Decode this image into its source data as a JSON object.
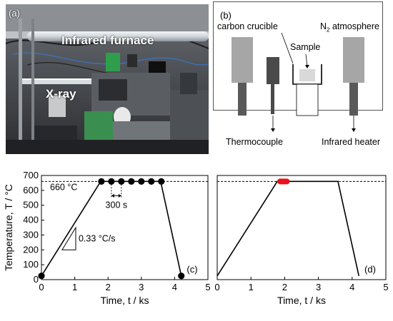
{
  "panel_a": {
    "tag": "(a)",
    "furnace_label": "Infrared furnace",
    "xray_label": "X-ray"
  },
  "panel_b": {
    "tag": "(b)",
    "crucible_label": "carbon crucible",
    "atmosphere_prefix": "N",
    "atmosphere_sub": "2",
    "atmosphere_suffix": " atmosphere",
    "sample_label": "Sample",
    "thermocouple_label": "Thermocouple",
    "heater_label": "Infrared heater"
  },
  "chart_data": [
    {
      "type": "line",
      "tag": "(c)",
      "xlabel": "Time, t / ks",
      "ylabel": "Temperature, T / °C",
      "xlim": [
        0,
        5
      ],
      "ylim": [
        0,
        700
      ],
      "xticks": [
        0,
        1,
        2,
        3,
        4,
        5
      ],
      "yticks": [
        0,
        100,
        200,
        300,
        400,
        500,
        600,
        700
      ],
      "series": [
        {
          "x": [
            0,
            1.78,
            3.58,
            4.2
          ],
          "y": [
            25,
            660,
            660,
            25
          ]
        }
      ],
      "markers": [
        {
          "x": 0,
          "y": 25
        },
        {
          "x": 1.8,
          "y": 660
        },
        {
          "x": 2.1,
          "y": 660
        },
        {
          "x": 2.4,
          "y": 660
        },
        {
          "x": 2.7,
          "y": 660
        },
        {
          "x": 3.0,
          "y": 660
        },
        {
          "x": 3.3,
          "y": 660
        },
        {
          "x": 3.6,
          "y": 660
        },
        {
          "x": 4.2,
          "y": 25
        }
      ],
      "reference_line": {
        "y": 660,
        "label": "660 °C"
      },
      "interval_annotation": {
        "x0": 2.1,
        "x1": 2.4,
        "label": "300 s"
      },
      "slope_annotation": {
        "label": "0.33 °C/s"
      }
    },
    {
      "type": "line",
      "tag": "(d)",
      "xlabel": "Time, t / ks",
      "xlim": [
        0,
        5
      ],
      "ylim": [
        0,
        700
      ],
      "xticks": [
        0,
        1,
        2,
        3,
        4,
        5
      ],
      "series": [
        {
          "x": [
            0,
            1.78,
            3.58,
            4.2
          ],
          "y": [
            25,
            660,
            660,
            25
          ]
        }
      ],
      "highlight": {
        "x0": 1.78,
        "x1": 2.15,
        "y": 660,
        "color": "#e8141b"
      },
      "reference_line": {
        "y": 660
      }
    }
  ]
}
